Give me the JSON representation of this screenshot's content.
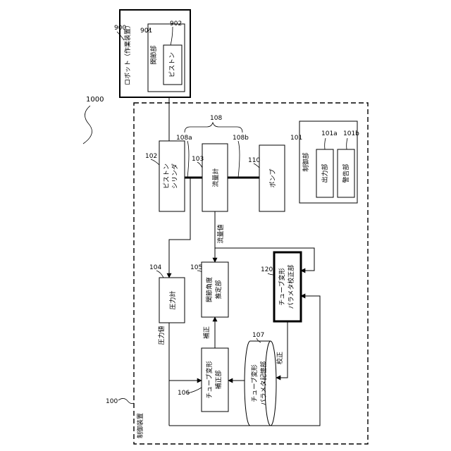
{
  "system_label": "1000",
  "robot": {
    "ref": "900",
    "title": "ロボット（作業装置）",
    "joint_ref": "901",
    "joint_label": "関節部",
    "piston_ref": "902",
    "piston_label": "ピストン"
  },
  "control_device": {
    "ref": "100",
    "label": "制御装置"
  },
  "blocks": {
    "piston_cylinder": {
      "ref": "102",
      "line1": "ピストン",
      "line2": "シリンダ"
    },
    "flow_meter": {
      "ref": "103",
      "label": "流量計"
    },
    "pump": {
      "ref": "110",
      "label": "ポンプ"
    },
    "pressure_gauge": {
      "ref": "104",
      "label": "圧力計"
    },
    "joint_angle_estimator": {
      "ref": "105",
      "line1": "関節角度",
      "line2": "推定部"
    },
    "tube_deform_corrector": {
      "ref": "106",
      "line1": "チューブ変形",
      "line2": "補正部"
    },
    "tube_param_storage": {
      "ref": "107",
      "line1": "チューブ変形",
      "line2": "パラメタ記憶部"
    },
    "tube_param_calibrator": {
      "ref": "120",
      "line1": "チューブ変形",
      "line2": "パラメタ校正部"
    },
    "controller": {
      "ref": "101",
      "label": "制御部",
      "output_ref": "101a",
      "output_label": "出力部",
      "warning_ref": "101b",
      "warning_label": "警告部"
    }
  },
  "tube": {
    "ref": "108",
    "ref_a": "108a",
    "ref_b": "108b"
  },
  "signals": {
    "flow_value": "流量値",
    "pressure_value": "圧力値",
    "correction": "補正",
    "calibration": "校正"
  }
}
